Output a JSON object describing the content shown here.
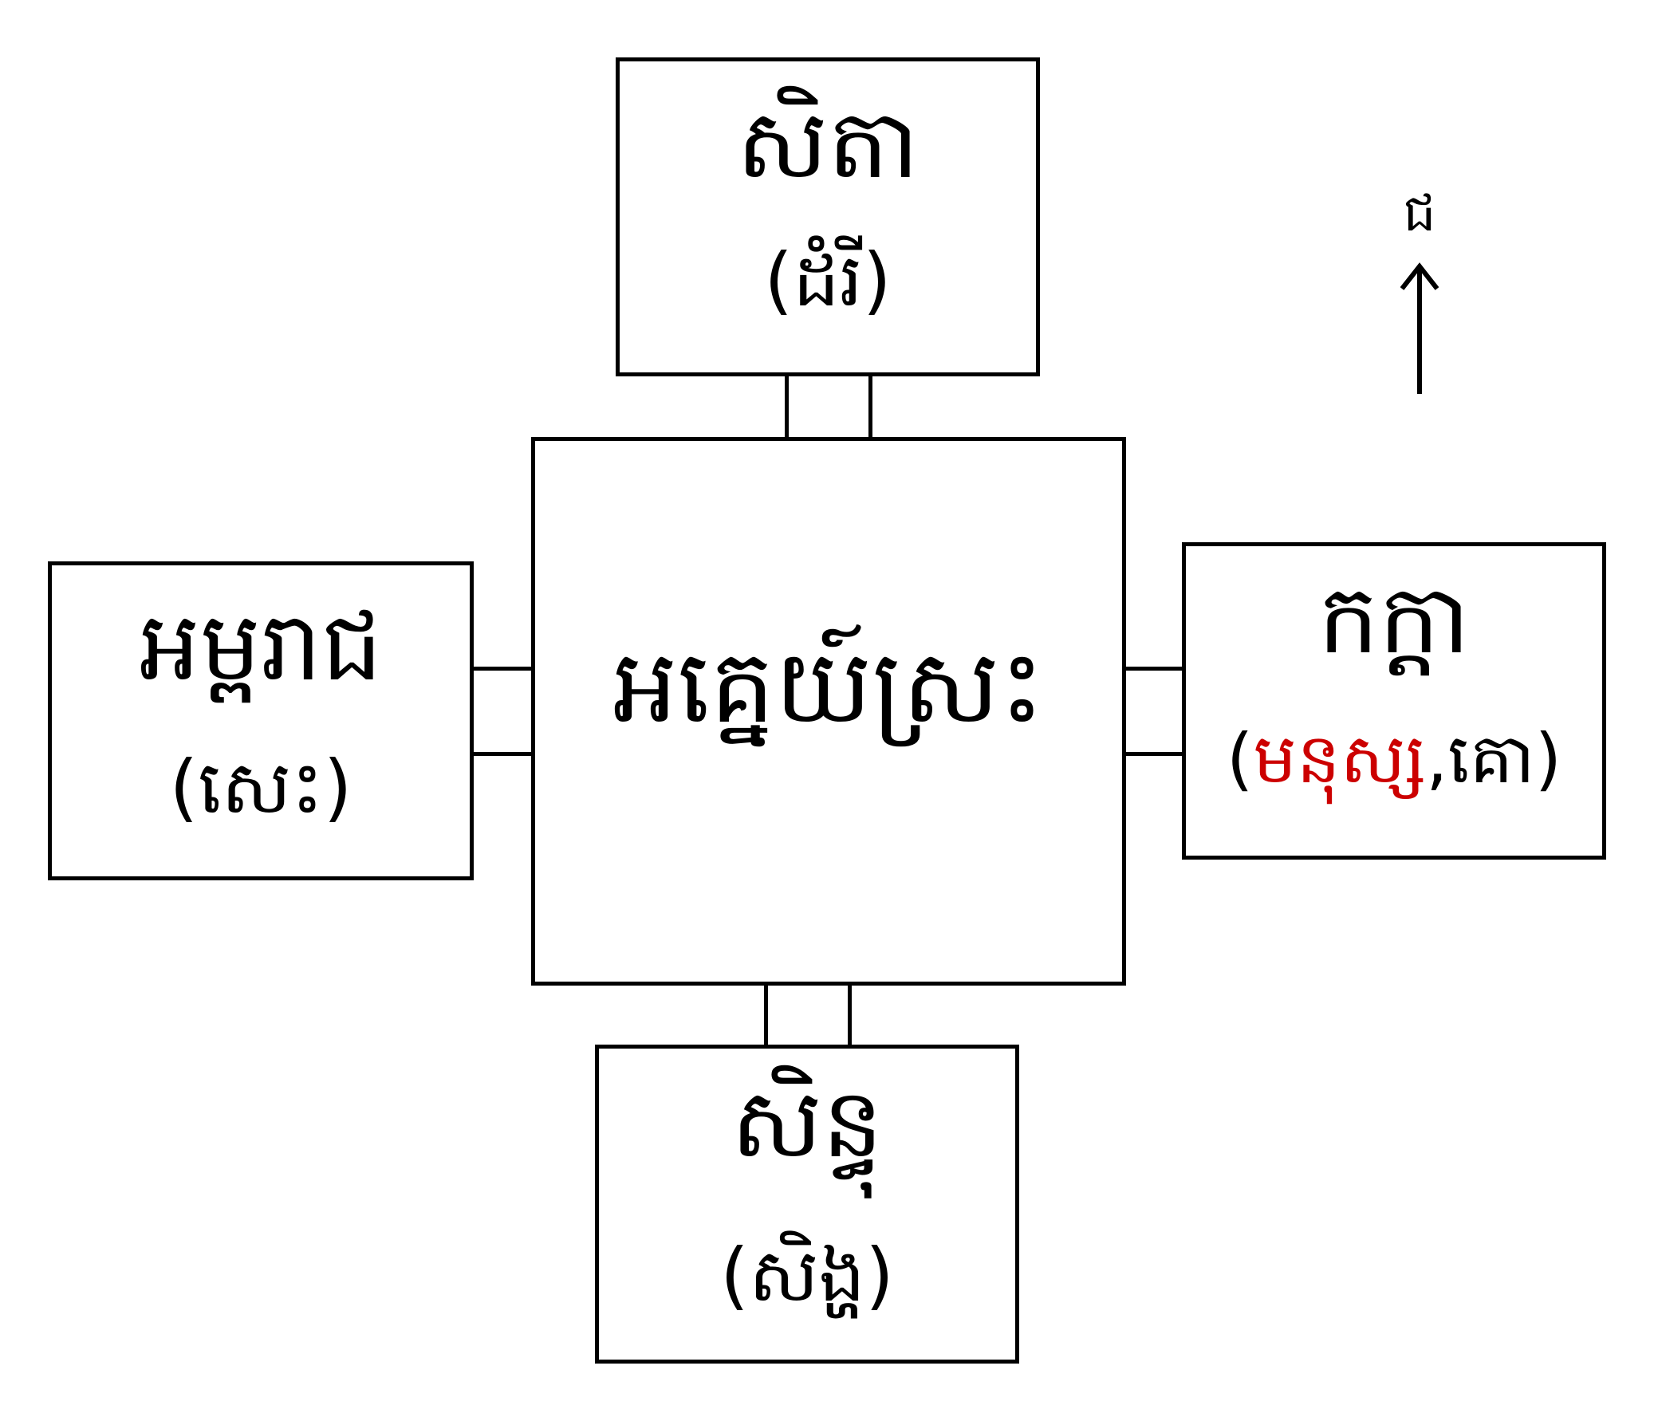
{
  "diagram": {
    "center": {
      "name": "អគ្នេយ៍ស្រះ"
    },
    "north": {
      "name": "សិតា",
      "sub": "(ដំរី)"
    },
    "west": {
      "name": "អម្ពរាជ",
      "sub": "(សេះ)"
    },
    "east": {
      "name": "កក្ដា",
      "sub_open": "(",
      "sub_red": "មនុស្ស",
      "sub_rest": ",គោ)"
    },
    "south": {
      "name": "សិន្ធុ",
      "sub": "(សិង្ហ)"
    },
    "compass": {
      "label": "ជ",
      "icon": "arrow-up-icon"
    },
    "colors": {
      "line": "#000000",
      "highlight": "#cc0000",
      "background": "#ffffff"
    }
  }
}
